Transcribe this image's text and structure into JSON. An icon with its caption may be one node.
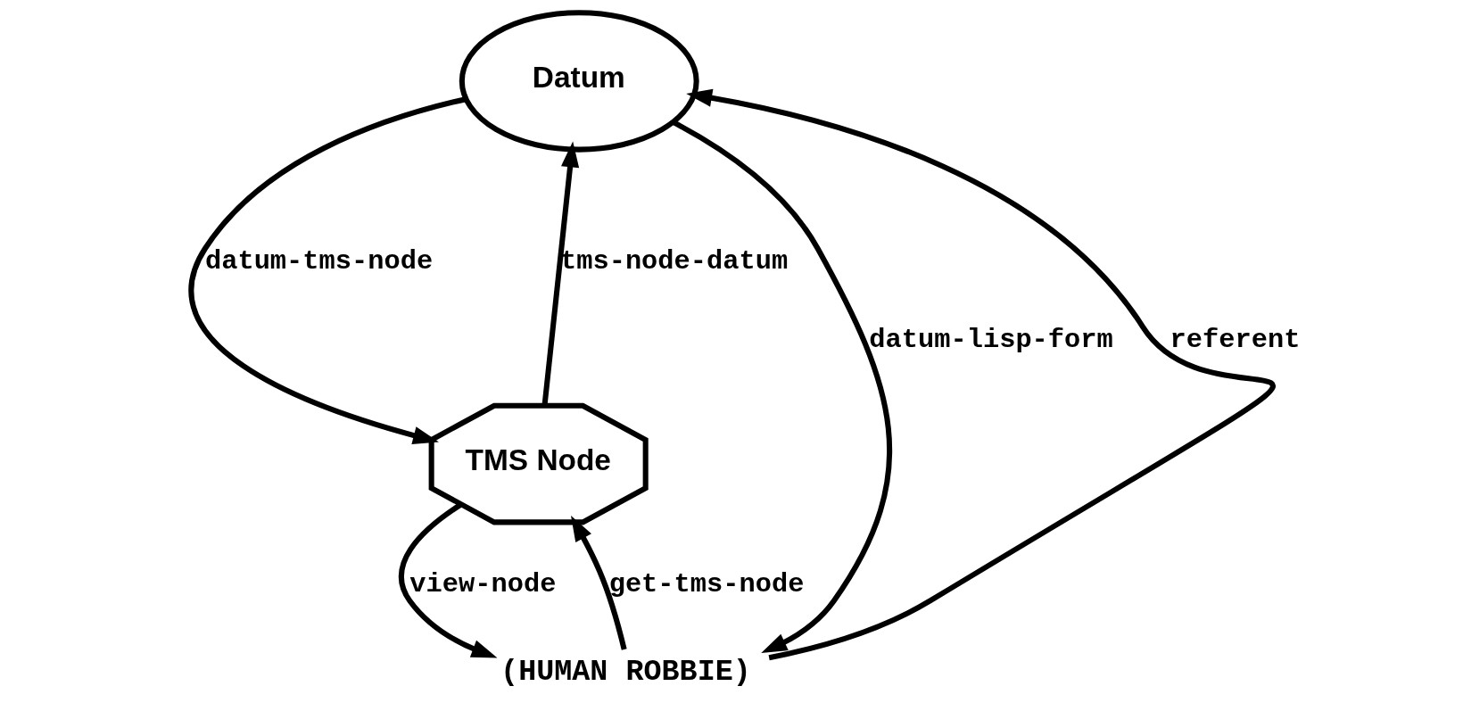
{
  "diagram": {
    "nodes": [
      {
        "text": [
          "Datum"
        ]
      },
      {
        "text": [
          "TMS Node"
        ]
      },
      {
        "text": [
          "(HUMAN ROBBIE)"
        ]
      }
    ],
    "edges": [
      {
        "from": 0,
        "to": 1,
        "arrow": "to",
        "label": "datum-tms-node"
      },
      {
        "from": 1,
        "to": 0,
        "arrow": "to",
        "label": "tms-node-datum"
      },
      {
        "from": 0,
        "to": 2,
        "arrow": "to",
        "label": "datum-lisp-form"
      },
      {
        "from": 2,
        "to": 0,
        "arrow": "to",
        "label": "referent"
      },
      {
        "from": 2,
        "to": 1,
        "arrow": "to",
        "label": "get-tms-node"
      },
      {
        "from": 1,
        "to": 2,
        "arrow": "to",
        "label": "view-node"
      }
    ]
  }
}
